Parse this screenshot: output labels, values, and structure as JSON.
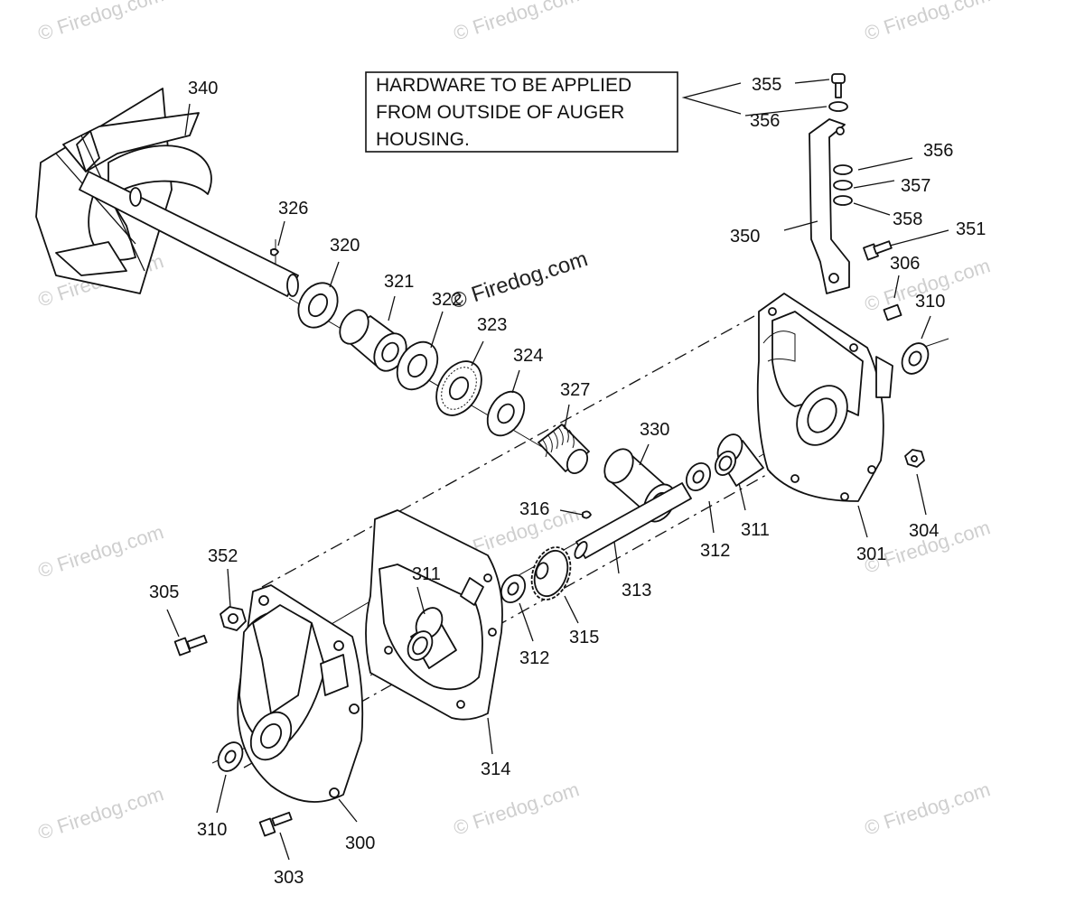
{
  "watermark": "© Firedog.com",
  "watermark_center": "© Firedog.com",
  "note_lines": [
    "HARDWARE TO BE APPLIED",
    "FROM OUTSIDE OF AUGER",
    "HOUSING."
  ],
  "labels": {
    "p340": "340",
    "p326": "326",
    "p320": "320",
    "p321": "321",
    "p322": "322",
    "p323": "323",
    "p324": "324",
    "p327": "327",
    "p330": "330",
    "p316": "316",
    "p311a": "311",
    "p312a": "312",
    "p313": "313",
    "p311b": "311",
    "p312b": "312",
    "p315": "315",
    "p314": "314",
    "p352": "352",
    "p305": "305",
    "p310a": "310",
    "p303": "303",
    "p300": "300",
    "p301": "301",
    "p304": "304",
    "p310b": "310",
    "p306": "306",
    "p351": "351",
    "p350": "350",
    "p358": "358",
    "p357": "357",
    "p356a": "356",
    "p356b": "356",
    "p355": "355"
  }
}
